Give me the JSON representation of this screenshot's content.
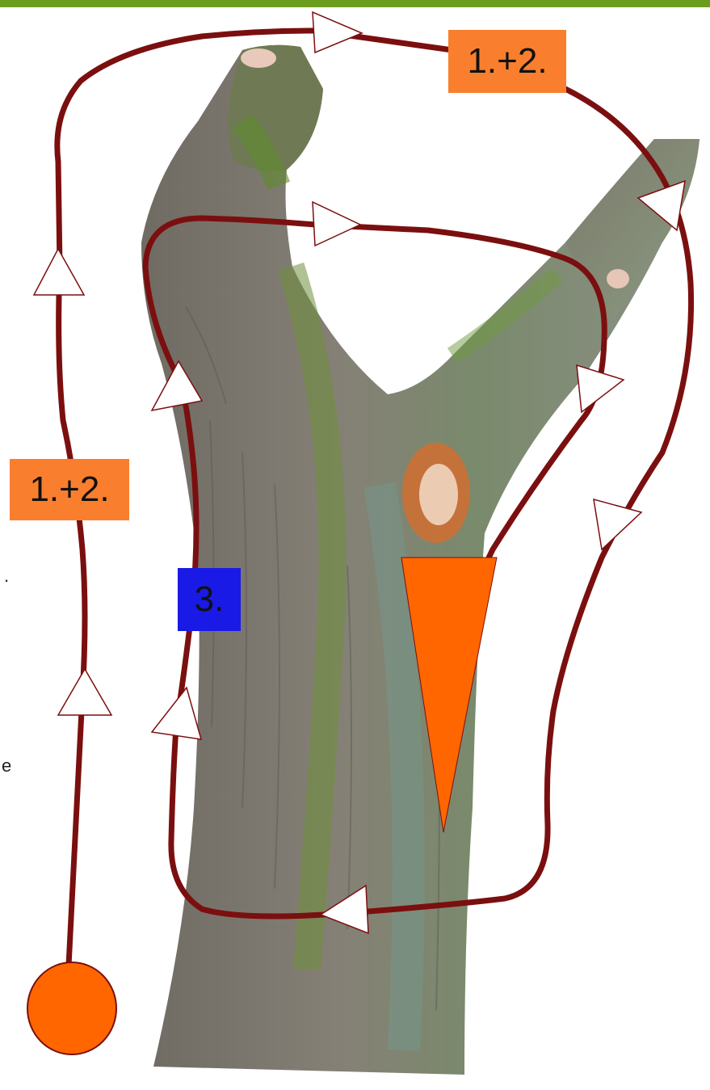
{
  "labels": {
    "outer_top": "1.+2.",
    "outer_left": "1.+2.",
    "inner": "3."
  },
  "edge_text": {
    "fragment_1": ".",
    "fragment_2": "e"
  },
  "colors": {
    "top_bar": "#6b9e1f",
    "path": "#7b0f0f",
    "start_marker": "#ff6600",
    "end_marker": "#ff6600",
    "label_orange": "#f97f2e",
    "label_blue": "#1a1ae6"
  },
  "legend": {
    "start_marker": "orange-circle",
    "end_marker": "orange-triangle-down",
    "direction_markers": "white-triangle-arrows"
  }
}
